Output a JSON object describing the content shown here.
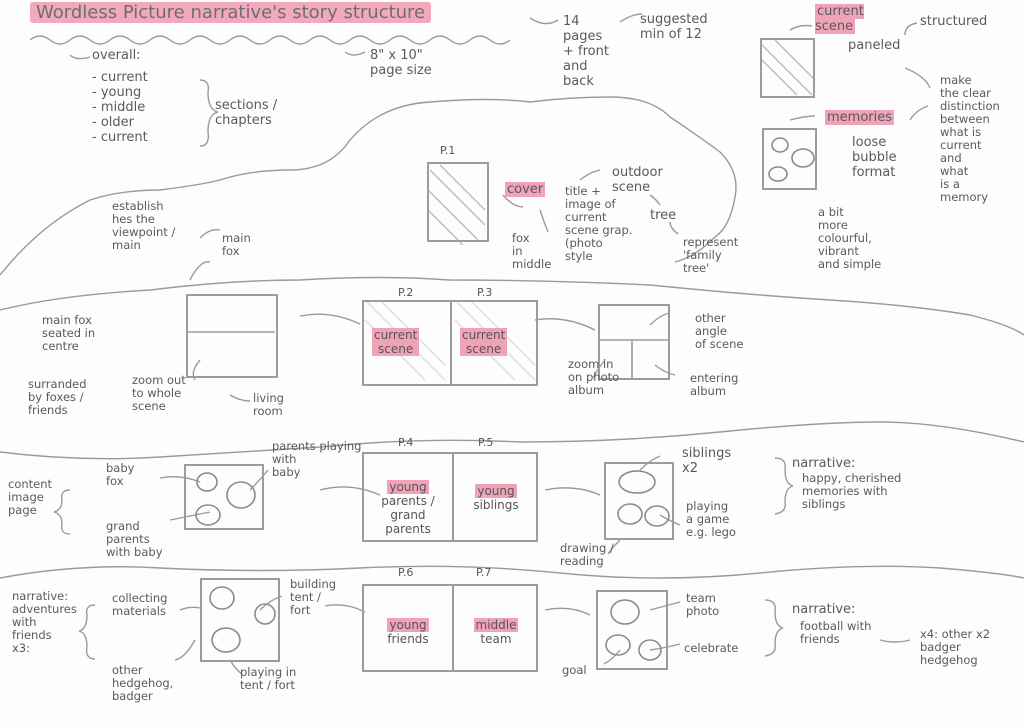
{
  "title": "Wordless Picture narrative's story structure",
  "header": {
    "pages": "14\npages\n+ front\nand\nback",
    "suggested": "suggested\nmin of 12",
    "page_size": "8\" x 10\"\npage size",
    "overall_label": "overall:",
    "overall_items": "- current\n- young\n- middle\n- older\n- current",
    "sections": "sections /\nchapters"
  },
  "legend": {
    "current_scene": "current\nscene",
    "paneled": "paneled",
    "structured": "structured",
    "make_clear": "make\nthe clear\ndistinction\nbetween\nwhat is\ncurrent\nand\nwhat\nis a\nmemory",
    "memories": "memories",
    "loose_bubble": "loose\nbubble\nformat",
    "colourful": "a bit\nmore\ncolourful,\nvibrant\nand simple"
  },
  "cover": {
    "page": "P.1",
    "cover_label": "cover",
    "title_image": "title +\nimage of\ncurrent\nscene grap.\n(photo\nstyle",
    "outdoor": "outdoor\nscene",
    "tree": "tree",
    "represent": "represent\n'family\ntree'",
    "fox_middle": "fox\nin\nmiddle",
    "establishes": "establish\nhes the\nviewpoint /\nmain",
    "main_fox": "main\nfox"
  },
  "row1": {
    "seated": "main fox\nseated in\ncentre",
    "surrounded": "surranded\nby foxes /\nfriends",
    "zoom_out": "zoom out\nto whole\nscene",
    "living_room": "living\nroom",
    "p2": "P.2",
    "p3": "P.3",
    "p2_label": "current\nscene",
    "p3_label": "current\nscene",
    "other_angle": "other\nangle\nof scene",
    "zoom_in": "zoom in\non photo\nalbum",
    "entering": "entering\nalbum"
  },
  "row2": {
    "content_image": "content\nimage\npage",
    "baby_fox": "baby\nfox",
    "grand_parents": "grand\nparents\nwith baby",
    "parents_playing": "parents playing\nwith\nbaby",
    "p4": "P.4",
    "p5": "P.5",
    "p4_hl": "young",
    "p4_rest": "parents /\ngrand\nparents",
    "p5_hl": "young",
    "p5_rest": "siblings",
    "siblings": "siblings\nx2",
    "playing_game": "playing\na game\ne.g. lego",
    "drawing": "drawing /\nreading",
    "narrative_label": "narrative:",
    "narrative": "happy, cherished\nmemories with\nsiblings"
  },
  "row3": {
    "narrative": "narrative:\nadventures\nwith\nfriends\nx3:",
    "collecting": "collecting\nmaterials",
    "other_hedgehog": "other\nhedgehog,\nbadger",
    "building": "building\ntent /\nfort",
    "playing_tent": "playing in\ntent / fort",
    "p6": "P.6",
    "p7": "P.7",
    "p6_hl": "young",
    "p6_rest": "friends",
    "p7_hl": "middle",
    "p7_rest": "team",
    "team_photo": "team\nphoto",
    "celebrate": "celebrate",
    "goal": "goal",
    "narrative2_label": "narrative:",
    "narrative2": "football with\nfriends",
    "x4": "x4: other x2\nbadger\nhedgehog"
  }
}
